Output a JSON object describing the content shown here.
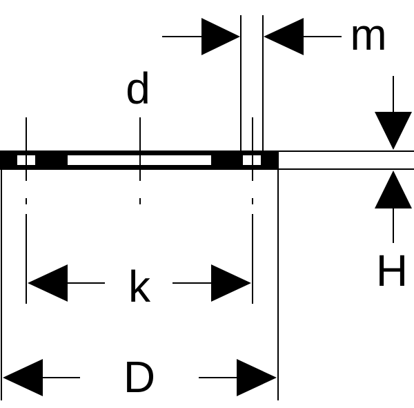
{
  "labels": {
    "d": "d",
    "m": "m",
    "k": "k",
    "D": "D",
    "H": "H"
  },
  "colors": {
    "ink": "#000000",
    "paper": "#ffffff"
  }
}
